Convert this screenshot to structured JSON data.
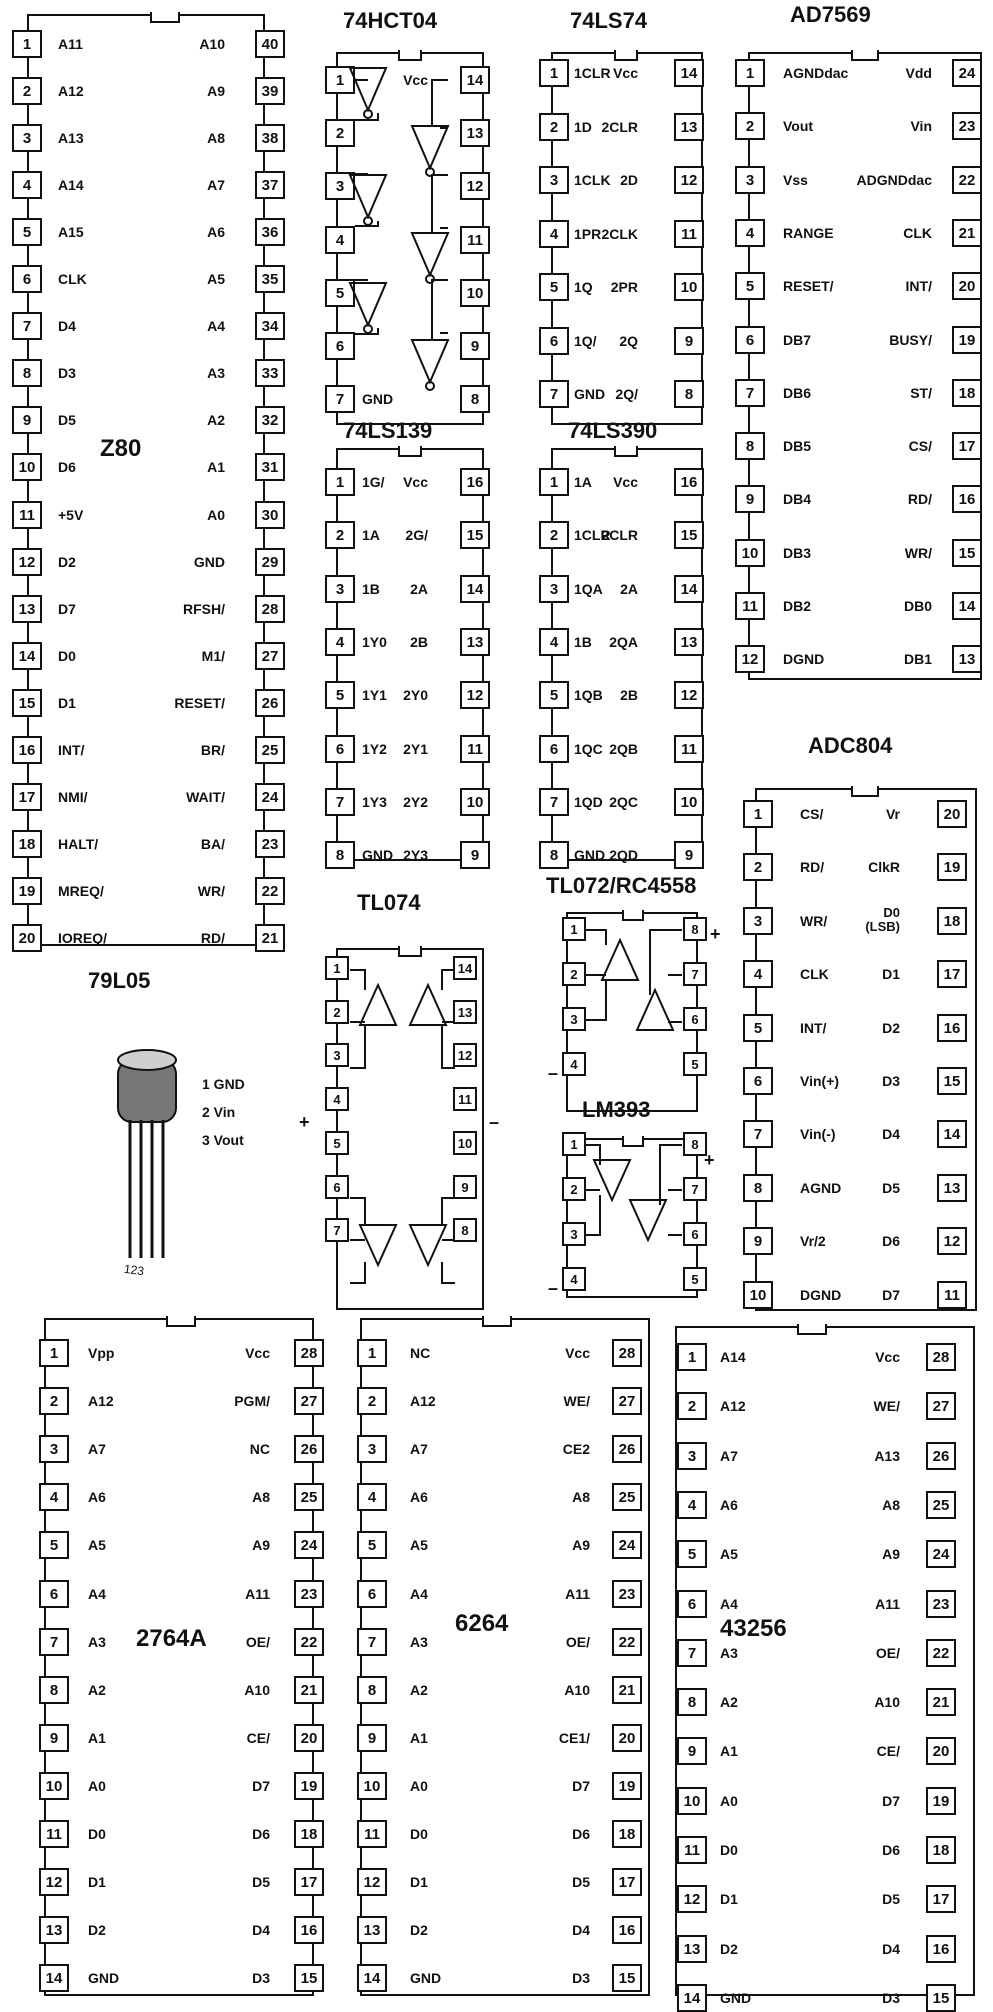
{
  "chips": [
    {
      "id": "z80",
      "center": "Z80",
      "left": [
        "A11",
        "A12",
        "A13",
        "A14",
        "A15",
        "CLK",
        "D4",
        "D3",
        "D5",
        "D6",
        "+5V",
        "D2",
        "D7",
        "D0",
        "D1",
        "INT/",
        "NMI/",
        "HALT/",
        "MREQ/",
        "IOREQ/"
      ],
      "right": [
        "RD/",
        "WR/",
        "BA/",
        "WAIT/",
        "BR/",
        "RESET/",
        "M1/",
        "RFSH/",
        "GND",
        "A0",
        "A1",
        "A2",
        "A3",
        "A4",
        "A5",
        "A6",
        "A7",
        "A8",
        "A9",
        "A10"
      ]
    },
    {
      "id": "74hct04",
      "title": "74HCT04",
      "left": [
        "",
        "",
        "",
        "",
        "",
        "",
        ""
      ],
      "right": [
        "",
        "",
        "",
        "",
        "",
        "",
        ""
      ],
      "lv": [
        "",
        "",
        "",
        "",
        "",
        "",
        "GND"
      ],
      "rv": [
        "",
        "",
        "",
        "",
        "",
        "",
        "Vcc"
      ]
    },
    {
      "id": "74ls74",
      "title": "74LS74",
      "left": [
        "1CLR",
        "1D",
        "1CLK",
        "1PR",
        "1Q",
        "1Q/",
        "GND"
      ],
      "right": [
        "2Q/",
        "2Q",
        "2PR",
        "2CLK",
        "2D",
        "2CLR",
        "Vcc"
      ]
    },
    {
      "id": "ad7569",
      "title": "AD7569",
      "left": [
        "AGNDdac",
        "Vout",
        "Vss",
        "RANGE",
        "RESET/",
        "DB7",
        "DB6",
        "DB5",
        "DB4",
        "DB3",
        "DB2",
        "DGND"
      ],
      "right": [
        "DB1",
        "DB0",
        "WR/",
        "RD/",
        "CS/",
        "ST/",
        "BUSY/",
        "INT/",
        "CLK",
        "ADGNDdac",
        "Vin",
        "Vdd"
      ]
    },
    {
      "id": "74ls139",
      "title": "74LS139",
      "left": [
        "1G/",
        "1A",
        "1B",
        "1Y0",
        "1Y1",
        "1Y2",
        "1Y3",
        "GND"
      ],
      "right": [
        "2Y3",
        "2Y2",
        "2Y1",
        "2Y0",
        "2B",
        "2A",
        "2G/",
        "Vcc"
      ]
    },
    {
      "id": "74ls390",
      "title": "74LS390",
      "left": [
        "1A",
        "1CLR",
        "1QA",
        "1B",
        "1QB",
        "1QC",
        "1QD",
        "GND"
      ],
      "right": [
        "2QD",
        "2QC",
        "2QB",
        "2B",
        "2QA",
        "2A",
        "2CLR",
        "Vcc"
      ]
    },
    {
      "id": "adc804",
      "title": "ADC804",
      "left": [
        "CS/",
        "RD/",
        "WR/",
        "CLK",
        "INT/",
        "Vin(+)",
        "Vin(-)",
        "AGND",
        "Vr/2",
        "DGND"
      ],
      "right": [
        "D7",
        "D6",
        "D5",
        "D4",
        "D3",
        "D2",
        "D1",
        "D0\n(LSB)",
        "ClkR",
        "Vr"
      ]
    },
    {
      "id": "tl074",
      "title": "TL074"
    },
    {
      "id": "tl072",
      "title": "TL072/RC4558"
    },
    {
      "id": "lm393",
      "title": "LM393"
    },
    {
      "id": "2764a",
      "center": "2764A",
      "left": [
        "Vpp",
        "A12",
        "A7",
        "A6",
        "A5",
        "A4",
        "A3",
        "A2",
        "A1",
        "A0",
        "D0",
        "D1",
        "D2",
        "GND"
      ],
      "right": [
        "D3",
        "D4",
        "D5",
        "D6",
        "D7",
        "CE/",
        "A10",
        "OE/",
        "A11",
        "A9",
        "A8",
        "NC",
        "PGM/",
        "Vcc"
      ]
    },
    {
      "id": "6264",
      "center": "6264",
      "left": [
        "NC",
        "A12",
        "A7",
        "A6",
        "A5",
        "A4",
        "A3",
        "A2",
        "A1",
        "A0",
        "D0",
        "D1",
        "D2",
        "GND"
      ],
      "right": [
        "D3",
        "D4",
        "D5",
        "D6",
        "D7",
        "CE1/",
        "A10",
        "OE/",
        "A11",
        "A9",
        "A8",
        "CE2",
        "WE/",
        "Vcc"
      ]
    },
    {
      "id": "43256",
      "center": "43256",
      "left": [
        "A14",
        "A12",
        "A7",
        "A6",
        "A5",
        "A4",
        "A3",
        "A2",
        "A1",
        "A0",
        "D0",
        "D1",
        "D2",
        "GND"
      ],
      "right": [
        "D3",
        "D4",
        "D5",
        "D6",
        "D7",
        "CE/",
        "A10",
        "OE/",
        "A11",
        "A9",
        "A8",
        "A13",
        "WE/",
        "Vcc"
      ]
    }
  ],
  "regulator": {
    "title": "79L05",
    "pins": [
      "1 GND",
      "2 Vin",
      "3 Vout"
    ],
    "legs": "123"
  },
  "symbols": {
    "plus": "+",
    "minus": "–"
  }
}
